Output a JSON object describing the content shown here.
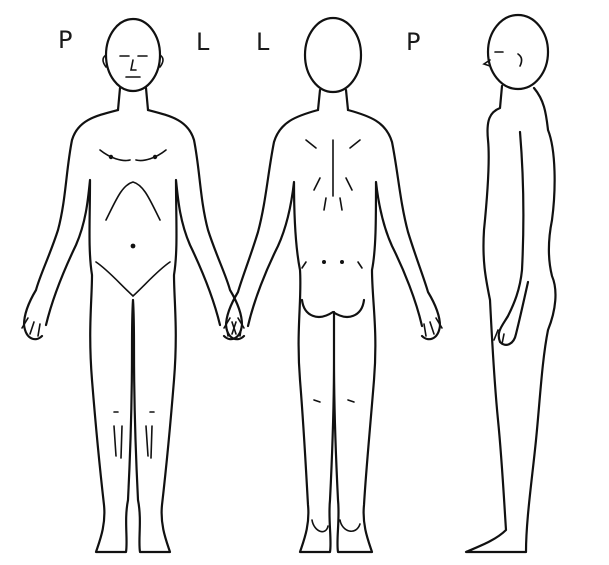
{
  "figures": {
    "front": {
      "label_right": "P",
      "label_left": "L"
    },
    "back": {
      "label_left": "L",
      "label_right": "P"
    },
    "side": {}
  }
}
